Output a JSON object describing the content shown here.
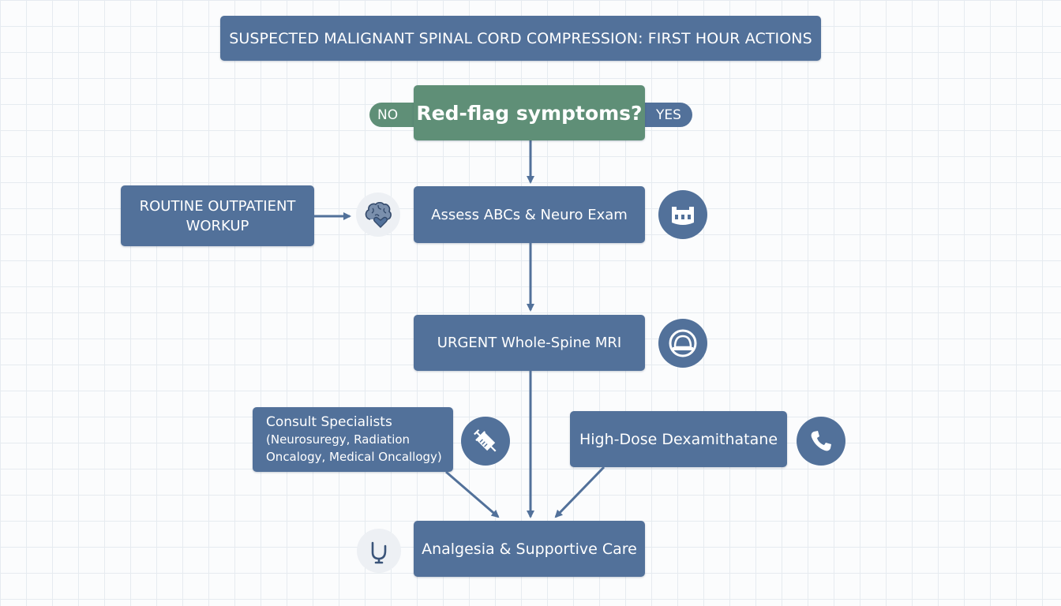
{
  "title": "SUSPECTED MALIGNANT SPINAL CORD COMPRESSION: FIRST HOUR ACTIONS",
  "decision": {
    "label": "Red-flag symptoms?",
    "no_label": "NO",
    "yes_label": "YES"
  },
  "steps": {
    "assess": "Assess ABCs & Neuro Exam",
    "mri": "URGENT Whole-Spine MRI",
    "care": "Analgesia & Supportive Care"
  },
  "routine": {
    "line1": "ROUTINE OUTPATIENT",
    "line2": "WORKUP"
  },
  "consult": {
    "title": "Consult Specialists",
    "detail": "(Neurosuregy, Radiation\nOncalogy, Medical Oncallogy)"
  },
  "dexamethasone": "High-Dose Dexamithatane",
  "icons": {
    "brain": "brain-heart-icon",
    "exam": "neck-collar-icon",
    "mri": "mri-scanner-icon",
    "syringe": "syringe-icon",
    "phone": "phone-icon",
    "urinal": "urinal-icon"
  },
  "colors": {
    "box": "#52719a",
    "decision": "#5f8f77",
    "arrow": "#52719a"
  }
}
